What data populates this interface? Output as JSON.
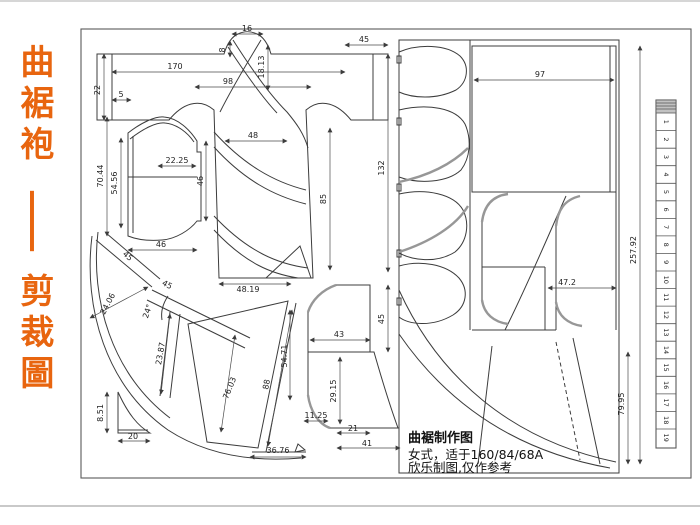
{
  "page": {
    "accent": "#e8650f",
    "line_color": "#3c3c3c",
    "background": "#ffffff"
  },
  "side_title": {
    "part1": "曲裾袍",
    "dash": "——",
    "part2": "剪裁圖"
  },
  "notes": {
    "line1": "曲裾制作图",
    "line2": "女式，适于160/84/68A",
    "line3": "欣乐制图,仅作参考"
  },
  "dims": {
    "top_16": "16",
    "top_8": "8",
    "top_18_13": "18.13",
    "top_45": "45",
    "left_22": "22",
    "left_170": "170",
    "left_98": "98",
    "left_5": "5",
    "torso_48": "48",
    "torso_85": "85",
    "torso_48_19": "48.19",
    "torso_132": "132",
    "sleeve_70_44": "70.44",
    "sleeve_54_56": "54.56",
    "sleeve_22_25": "22.25",
    "sleeve_46_right": "46",
    "sleeve_46_bottom": "46",
    "fan_45a": "45",
    "fan_45b": "45",
    "fan_24_06": "24.06",
    "fan_angle": "24°",
    "fan_23_87": "23.87",
    "fan_76_03": "76.03",
    "fan_88": "88",
    "fan_36_76": "36.76",
    "tri_8_51": "8.51",
    "tri_20": "20",
    "collar_43": "43",
    "collar_45": "45",
    "collar_54_71": "54.71",
    "collar_29_15": "29.15",
    "collar_11_25": "11.25",
    "collar_21": "21",
    "collar_41": "41",
    "layout_97": "97",
    "layout_47_2": "47.2",
    "layout_257_92": "257.92",
    "layout_79_95": "79.95"
  },
  "ruler": {
    "numbers": [
      "1",
      "2",
      "3",
      "4",
      "5",
      "6",
      "7",
      "8",
      "9",
      "10",
      "11",
      "12",
      "13",
      "14",
      "15",
      "16",
      "17",
      "18",
      "19"
    ]
  }
}
